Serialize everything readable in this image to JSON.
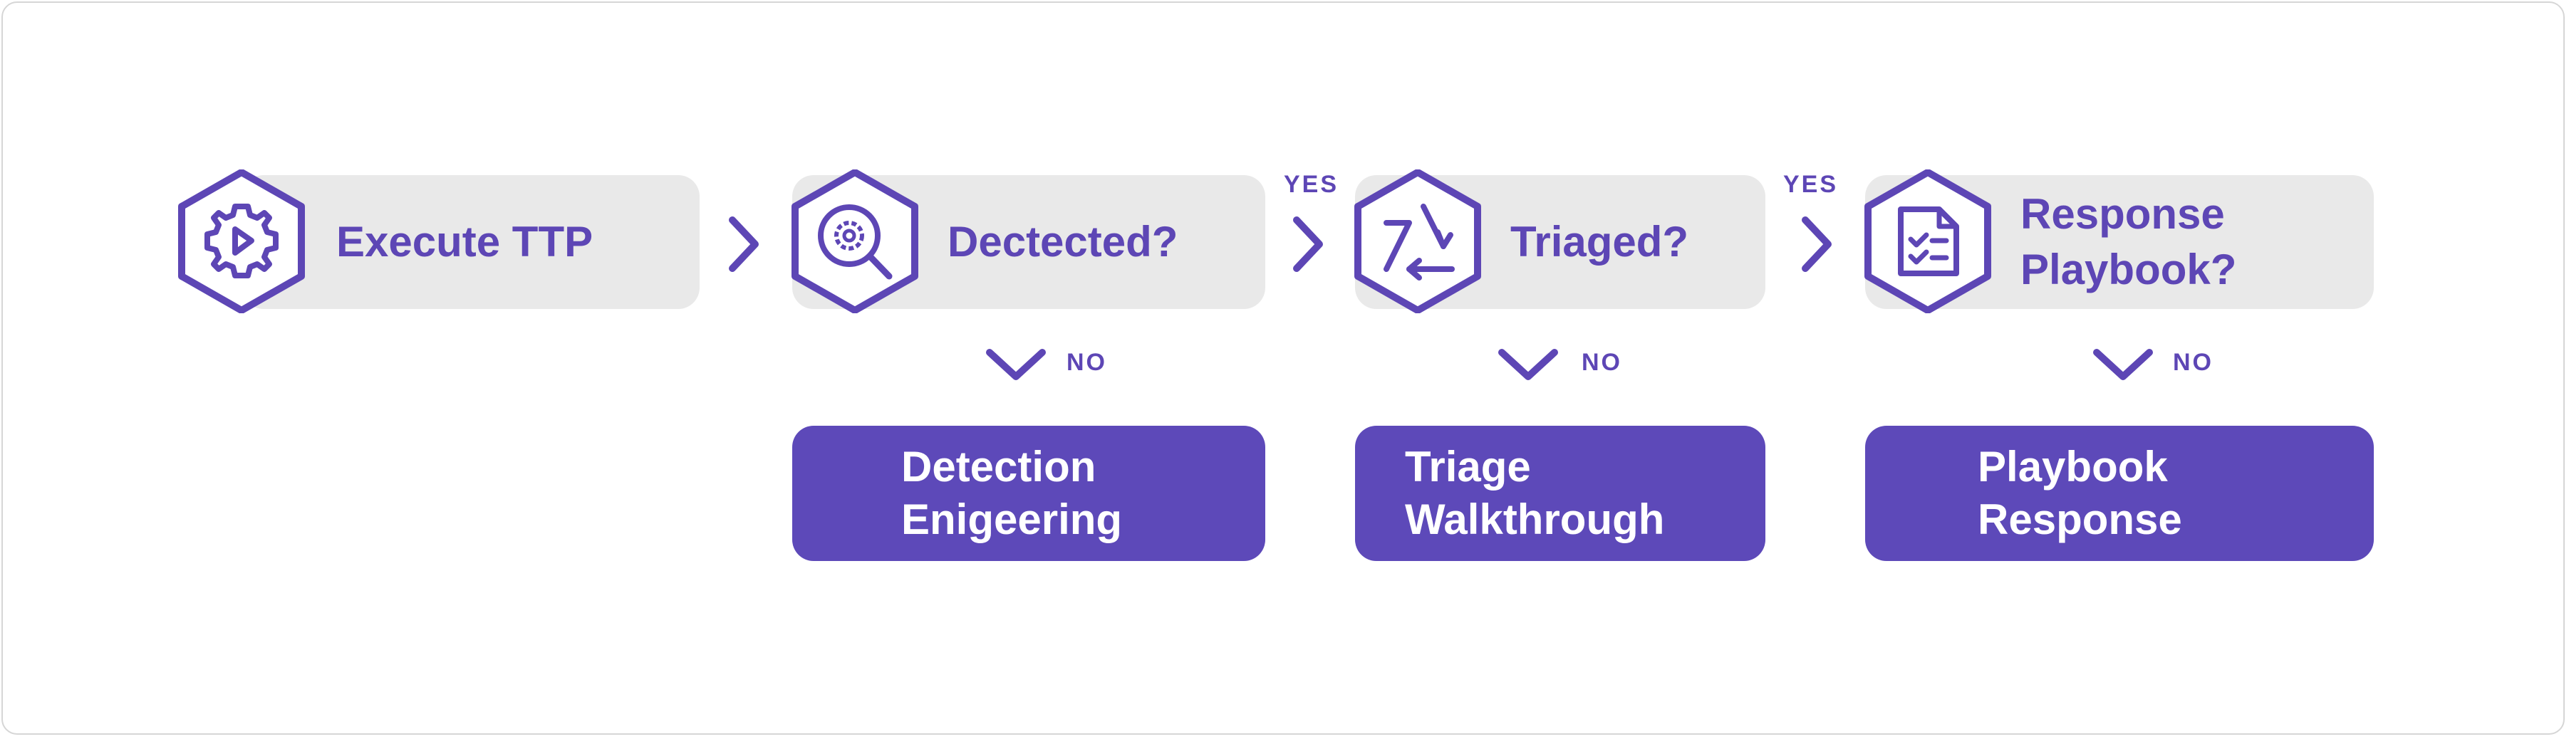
{
  "steps": [
    {
      "label": "Execute TTP",
      "icon": "gear-play-icon"
    },
    {
      "label": "Dectected?",
      "icon": "magnify-gear-icon"
    },
    {
      "label": "Triaged?",
      "icon": "triage-arrows-icon"
    },
    {
      "label": "Response Playbook?",
      "line1": "Response",
      "line2": "Playbook?",
      "icon": "checklist-document-icon"
    }
  ],
  "connectors": {
    "yes": "YES",
    "no": "NO"
  },
  "actions": [
    {
      "line1": "Detection",
      "line2": "Enigeering"
    },
    {
      "line1": "Triage",
      "line2": "Walkthrough"
    },
    {
      "line1": "Playbook",
      "line2": "Response"
    }
  ],
  "colors": {
    "accent": "#5d46b5",
    "action_bg": "#5d49b9",
    "step_bg": "#e9e9e9",
    "border": "#d6d6d6"
  }
}
